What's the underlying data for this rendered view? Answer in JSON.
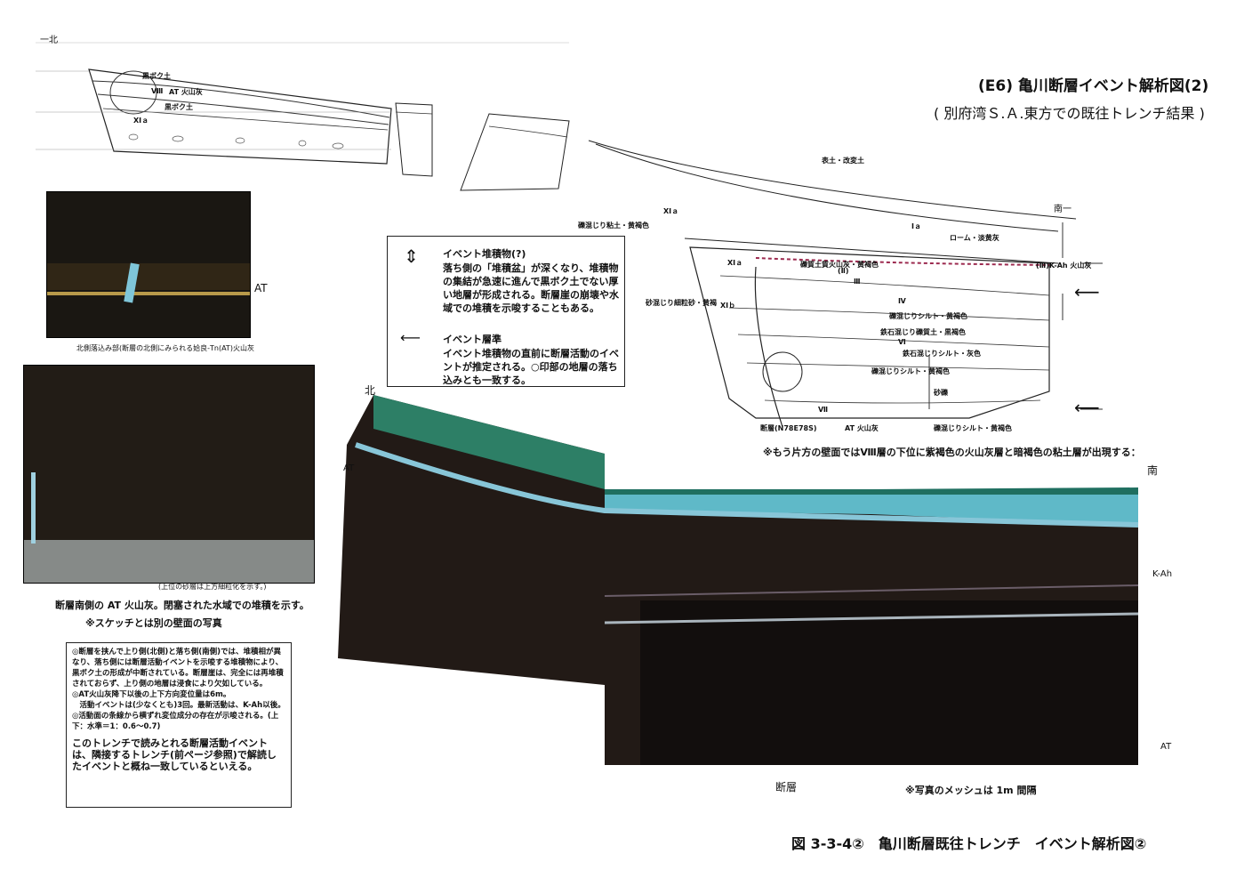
{
  "header": {
    "title": "(E6) 亀川断層イベント解析図(2)",
    "subtitle": "( 別府湾Ｓ.Ａ.東方での既往トレンチ結果 )"
  },
  "north_sketch": {
    "north_label": "一北",
    "layer_kuroboku_upper": "黒ボク土",
    "layer_at": "AT 火山灰",
    "layer_viii": "Ⅷ",
    "layer_kuroboku_lower": "黒ボク土",
    "layer_xi": "XIａ"
  },
  "south_sketch": {
    "south_label": "南一",
    "topsoil": "表土・改変土",
    "loam": "ローム・淡黄灰",
    "layer_ia": "Ⅰａ",
    "rock_clay": "礫混じり粘土・黄褐色",
    "kah_tephra": "礫質土質火山灰・黄褐色",
    "kah_label": "(Ⅲ)K-Ah 火山灰",
    "layer_ii": "(Ⅱ)",
    "layer_iii": "Ⅲ",
    "layer_iv": "Ⅳ",
    "silt_yellow": "礫混じりシルト・黄褐色",
    "gravel_tephra": "鉄石混じり礫質土・黒褐色",
    "layer_vi": "Ⅵ",
    "silt_grey": "鉄石混じりシルト・灰色",
    "silt_yellow2": "礫混じりシルト・黄褐色",
    "gravel": "砂礫",
    "layer_xia": "XIａ",
    "layer_xib": "XIｂ",
    "sandy_gravel": "砂混じり細粒砂・黄褐",
    "fault_label": "断層(N78E78S)",
    "at_label": "AT 火山灰",
    "layer_vii": "Ⅶ",
    "silt_yellow3": "礫混じりシルト・黄褐色"
  },
  "legend": {
    "event_deposit_title": "イベント堆積物(?)",
    "event_deposit_desc": "落ち側の「堆積盆」が深くなり、堆積物の集結が急速に進んで黒ボク土でない厚い地層が形成される。断層崖の崩壊や水域での堆積を示唆することもある。",
    "event_horizon_title": "イベント層準",
    "event_horizon_desc": "イベント堆積物の直前に断層活動のイベントが推定される。○印部の地層の落ち込みとも一致する。"
  },
  "photos": {
    "photo1_label": "AT",
    "photo1_caption": "北側落込み部(断層の北側にみられる姶良-Tn(AT)火山灰",
    "photo2_inner_caption": "(上位の砂層は上方細粒化を示す。)",
    "photo2_caption": "断層南側の AT 火山灰。閉塞された水域での堆積を示す。",
    "photo2_note": "※スケッチとは別の壁面の写真",
    "panorama_north": "北",
    "panorama_south": "南",
    "panorama_at_left": "AT",
    "panorama_kah": "K-Ah",
    "panorama_at_right": "AT",
    "panorama_fault": "断層",
    "mesh_note": "※写真のメッシュは 1m 間隔",
    "wall_note": "※もう片方の壁面ではⅧ層の下位に紫褐色の火山灰層と暗褐色の粘土層が出現する："
  },
  "notes": {
    "items": [
      "◎断層を挟んで上り側(北側)と落ち側(南側)では、堆積相が異なり、落ち側には断層活動イベントを示唆する堆積物により、黒ボク土の形成が中断されている。断層崖は、完全には再堆積されておらず、上り側の地層は浸食により欠如している。",
      "◎AT火山灰降下以後の上下方向変位量は6m。",
      "　活動イベントは(少なくとも)3回。最新活動は、K-Ah以後。",
      "◎活動面の条線から横ずれ変位成分の存在が示唆される。(上下：水準＝1：0.6〜0.7)"
    ],
    "conclusion": "このトレンチで読みとれる断層活動イベントは、隣接するトレンチ(前ページ参照)で解読したイベントと概ね一致しているといえる。"
  },
  "figure_caption": "図 3-3-4②　亀川断層既往トレンチ　イベント解析図②"
}
